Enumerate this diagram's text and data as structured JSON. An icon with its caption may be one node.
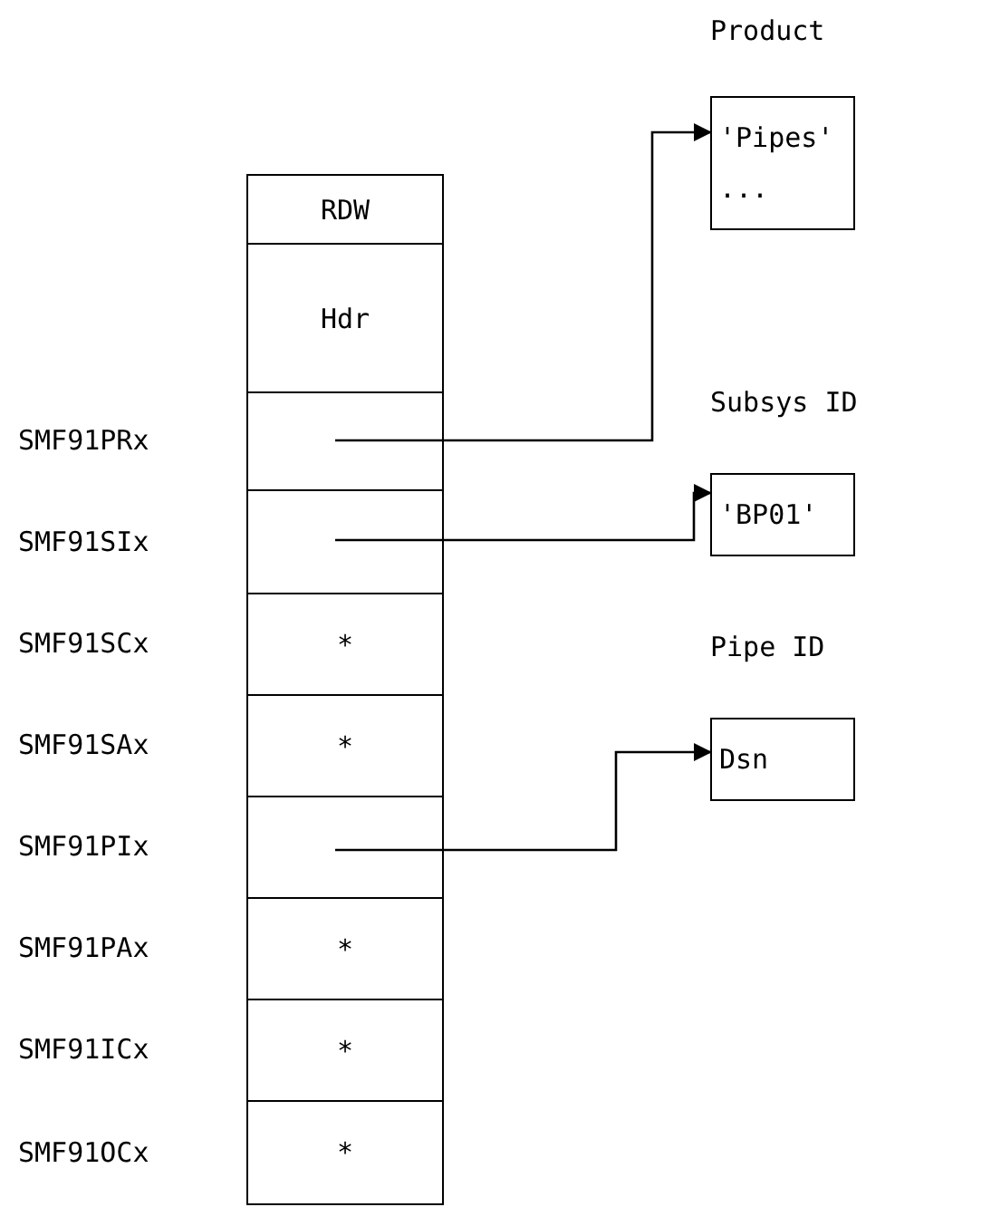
{
  "diagram": {
    "nodes": [
      {
        "text": [
          "RDW"
        ]
      },
      {
        "text": [
          "Hdr"
        ]
      },
      {
        "text": [],
        "shape": "box",
        "beside": [
          "SMF91PRx"
        ]
      },
      {
        "text": [],
        "shape": "box",
        "beside": [
          "SMF91SIx"
        ]
      },
      {
        "text": [
          "*"
        ],
        "beside": [
          "SMF91SCx"
        ]
      },
      {
        "text": [
          "*"
        ],
        "beside": [
          "SMF91SAx"
        ]
      },
      {
        "text": [],
        "shape": "box",
        "beside": [
          "SMF91PIx"
        ]
      },
      {
        "text": [
          "*"
        ],
        "beside": [
          "SMF91PAx"
        ]
      },
      {
        "text": [
          "*"
        ],
        "beside": [
          "SMF91ICx"
        ]
      },
      {
        "text": [
          "*"
        ],
        "beside": [
          "SMF91OCx"
        ]
      },
      {
        "text": [
          "Product",
          "'Pipes'",
          "..."
        ]
      },
      {
        "text": [
          "Subsys ID",
          "'BP01'"
        ]
      },
      {
        "text": [
          "Pipe ID",
          "Dsn"
        ]
      }
    ],
    "edges": [
      {
        "from": 2,
        "to": 10,
        "arrow": "to"
      },
      {
        "from": 3,
        "to": 11,
        "arrow": "to"
      },
      {
        "from": 6,
        "to": 12,
        "arrow": "to"
      }
    ]
  }
}
